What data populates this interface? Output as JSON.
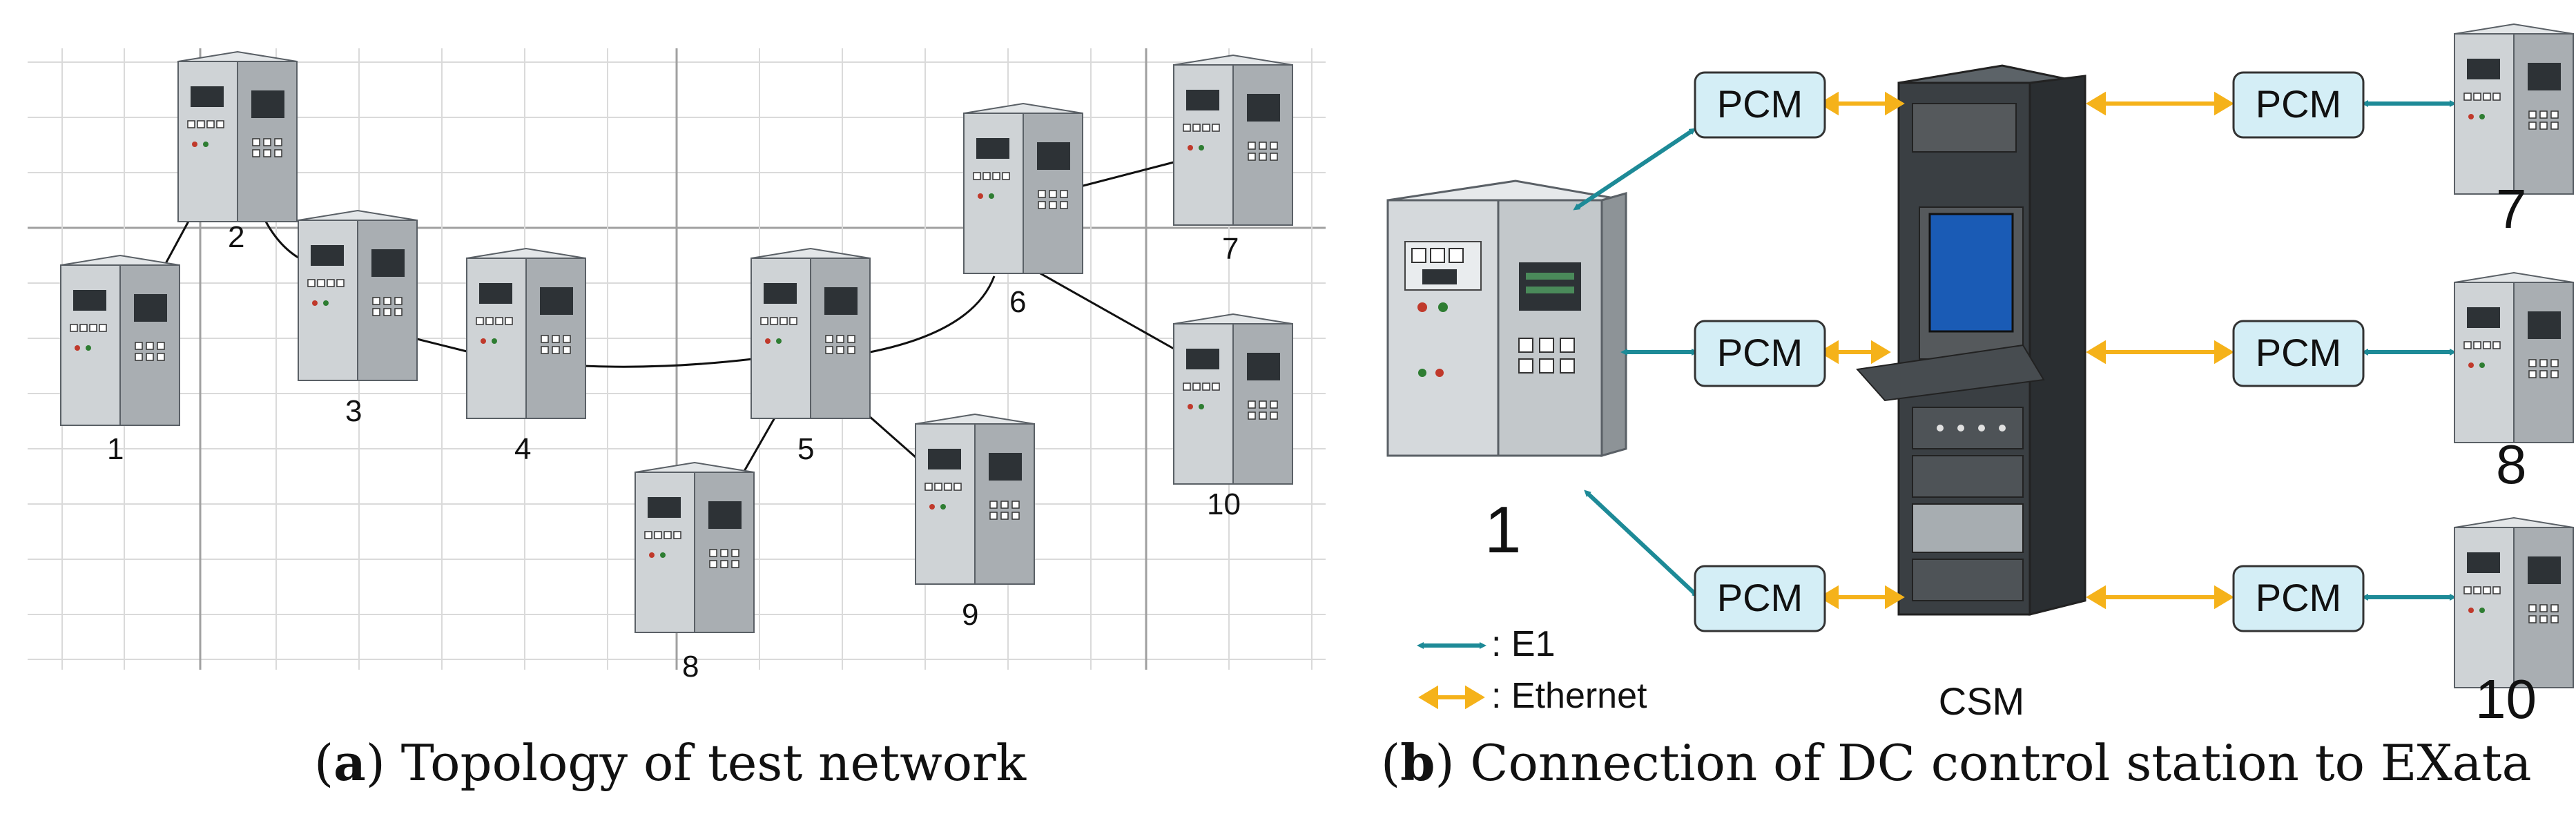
{
  "panel_a": {
    "nodes": [
      {
        "id": "1",
        "label": "1"
      },
      {
        "id": "2",
        "label": "2"
      },
      {
        "id": "3",
        "label": "3"
      },
      {
        "id": "4",
        "label": "4"
      },
      {
        "id": "5",
        "label": "5"
      },
      {
        "id": "6",
        "label": "6"
      },
      {
        "id": "7",
        "label": "7"
      },
      {
        "id": "8",
        "label": "8"
      },
      {
        "id": "9",
        "label": "9"
      },
      {
        "id": "10",
        "label": "10"
      }
    ],
    "caption_letter": "a",
    "caption_text": "Topology of test network"
  },
  "panel_b": {
    "pcm_label": "PCM",
    "station_left_label": "1",
    "station_right_labels": [
      "7",
      "8",
      "10"
    ],
    "csm_label": "CSM",
    "legend": {
      "e1_label": ": E1",
      "ethernet_label": ": Ethernet"
    },
    "colors": {
      "e1": "#1d8a97",
      "ethernet": "#f5b21a",
      "pcm_fill": "#d4eef6"
    },
    "caption_letter": "b",
    "caption_text": "Connection of DC control station to EXata"
  }
}
